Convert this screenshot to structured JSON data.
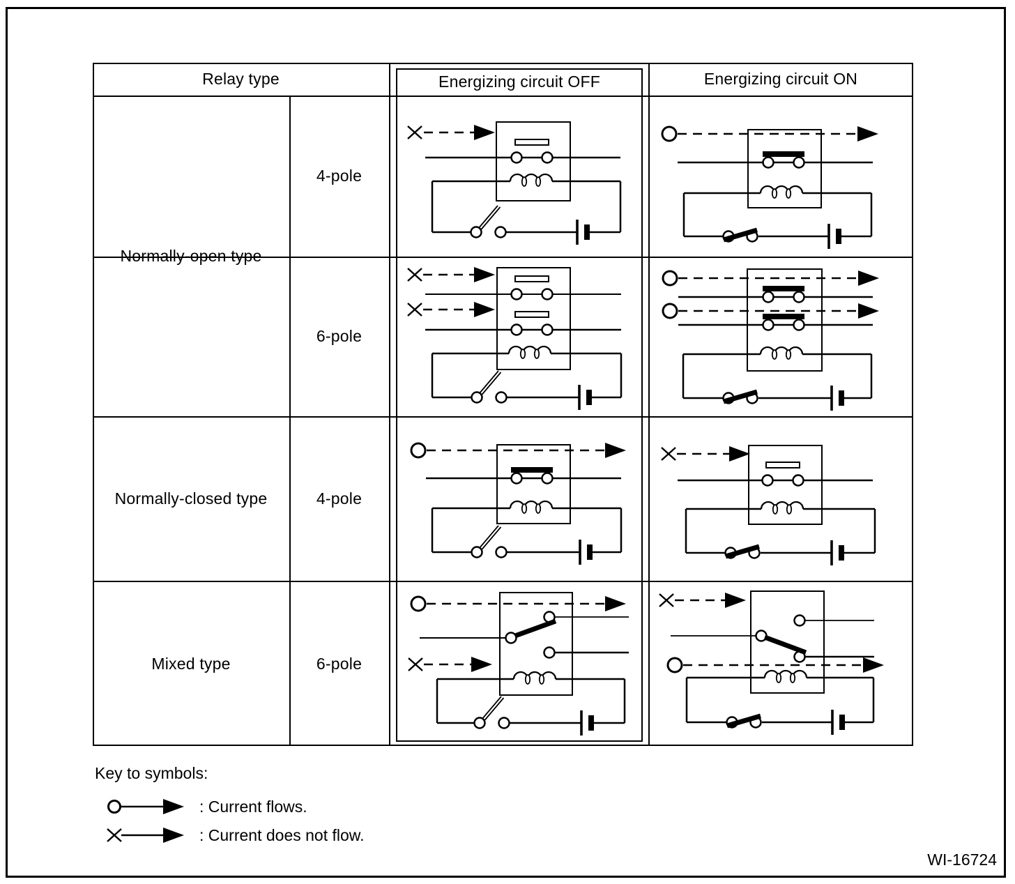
{
  "document": {
    "figure_code": "WI-16724"
  },
  "table": {
    "headers": {
      "relay_type": "Relay type",
      "off": "Energizing circuit OFF",
      "on": "Energizing circuit ON"
    },
    "rows": [
      {
        "relay_type": "Normally-open type",
        "poles": [
          "4-pole",
          "6-pole"
        ]
      },
      {
        "relay_type": "Normally-closed type",
        "poles": [
          "4-pole"
        ]
      },
      {
        "relay_type": "Mixed type",
        "poles": [
          "6-pole"
        ]
      }
    ]
  },
  "key": {
    "title": "Key to symbols:",
    "items": [
      {
        "symbol": "circle-arrow",
        "label": ": Current flows."
      },
      {
        "symbol": "x-arrow",
        "label": ": Current does not flow."
      }
    ]
  },
  "colors": {
    "ink": "#000000",
    "paper": "#ffffff"
  }
}
